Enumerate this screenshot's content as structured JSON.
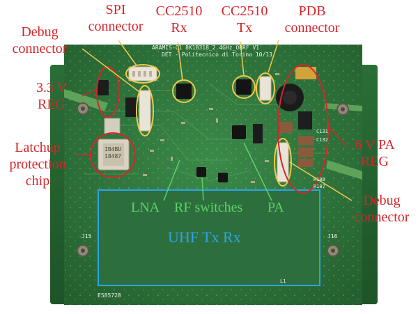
{
  "photo": {
    "silkscreen_line1": "ARAMIS-C1 8K1B318_2.4GHz_OBRF V1",
    "silkscreen_line2": "DET - Politecnico di Torino 10/13",
    "pad_label_left": "J15",
    "pad_label_right": "J16",
    "chip_marking": "IB4BU\n18487",
    "bottom_code": "E585728",
    "ref_c131": "C131",
    "ref_c132": "C132",
    "ref_r188": "R188",
    "ref_r187": "R187",
    "ref_l1": "L1"
  },
  "callouts": {
    "spi_connector": "SPI\nconnector",
    "cc2510_rx": "CC2510\nRx",
    "cc2510_tx": "CC2510\nTx",
    "pdb_connector": "PDB\nconnector",
    "debug_connector_top": "Debug\nconnector",
    "reg_3v3": "3.3 V\nREG",
    "latchup_chip": "Latchup\nprotection\nchip",
    "pa_reg": "6 V PA\nREG",
    "debug_connector_right": "Debug\nconnector"
  },
  "board_labels": {
    "lna": "LNA",
    "rf_switches": "RF switches",
    "pa": "PA",
    "uhf": "UHF Tx Rx"
  },
  "colors": {
    "callout_red": "#d6262b",
    "callout_yellow": "#f2c94c",
    "board_green": "#2f7a3f",
    "uhf_box_blue": "#2ea3e6",
    "label_green": "#5fd068"
  }
}
